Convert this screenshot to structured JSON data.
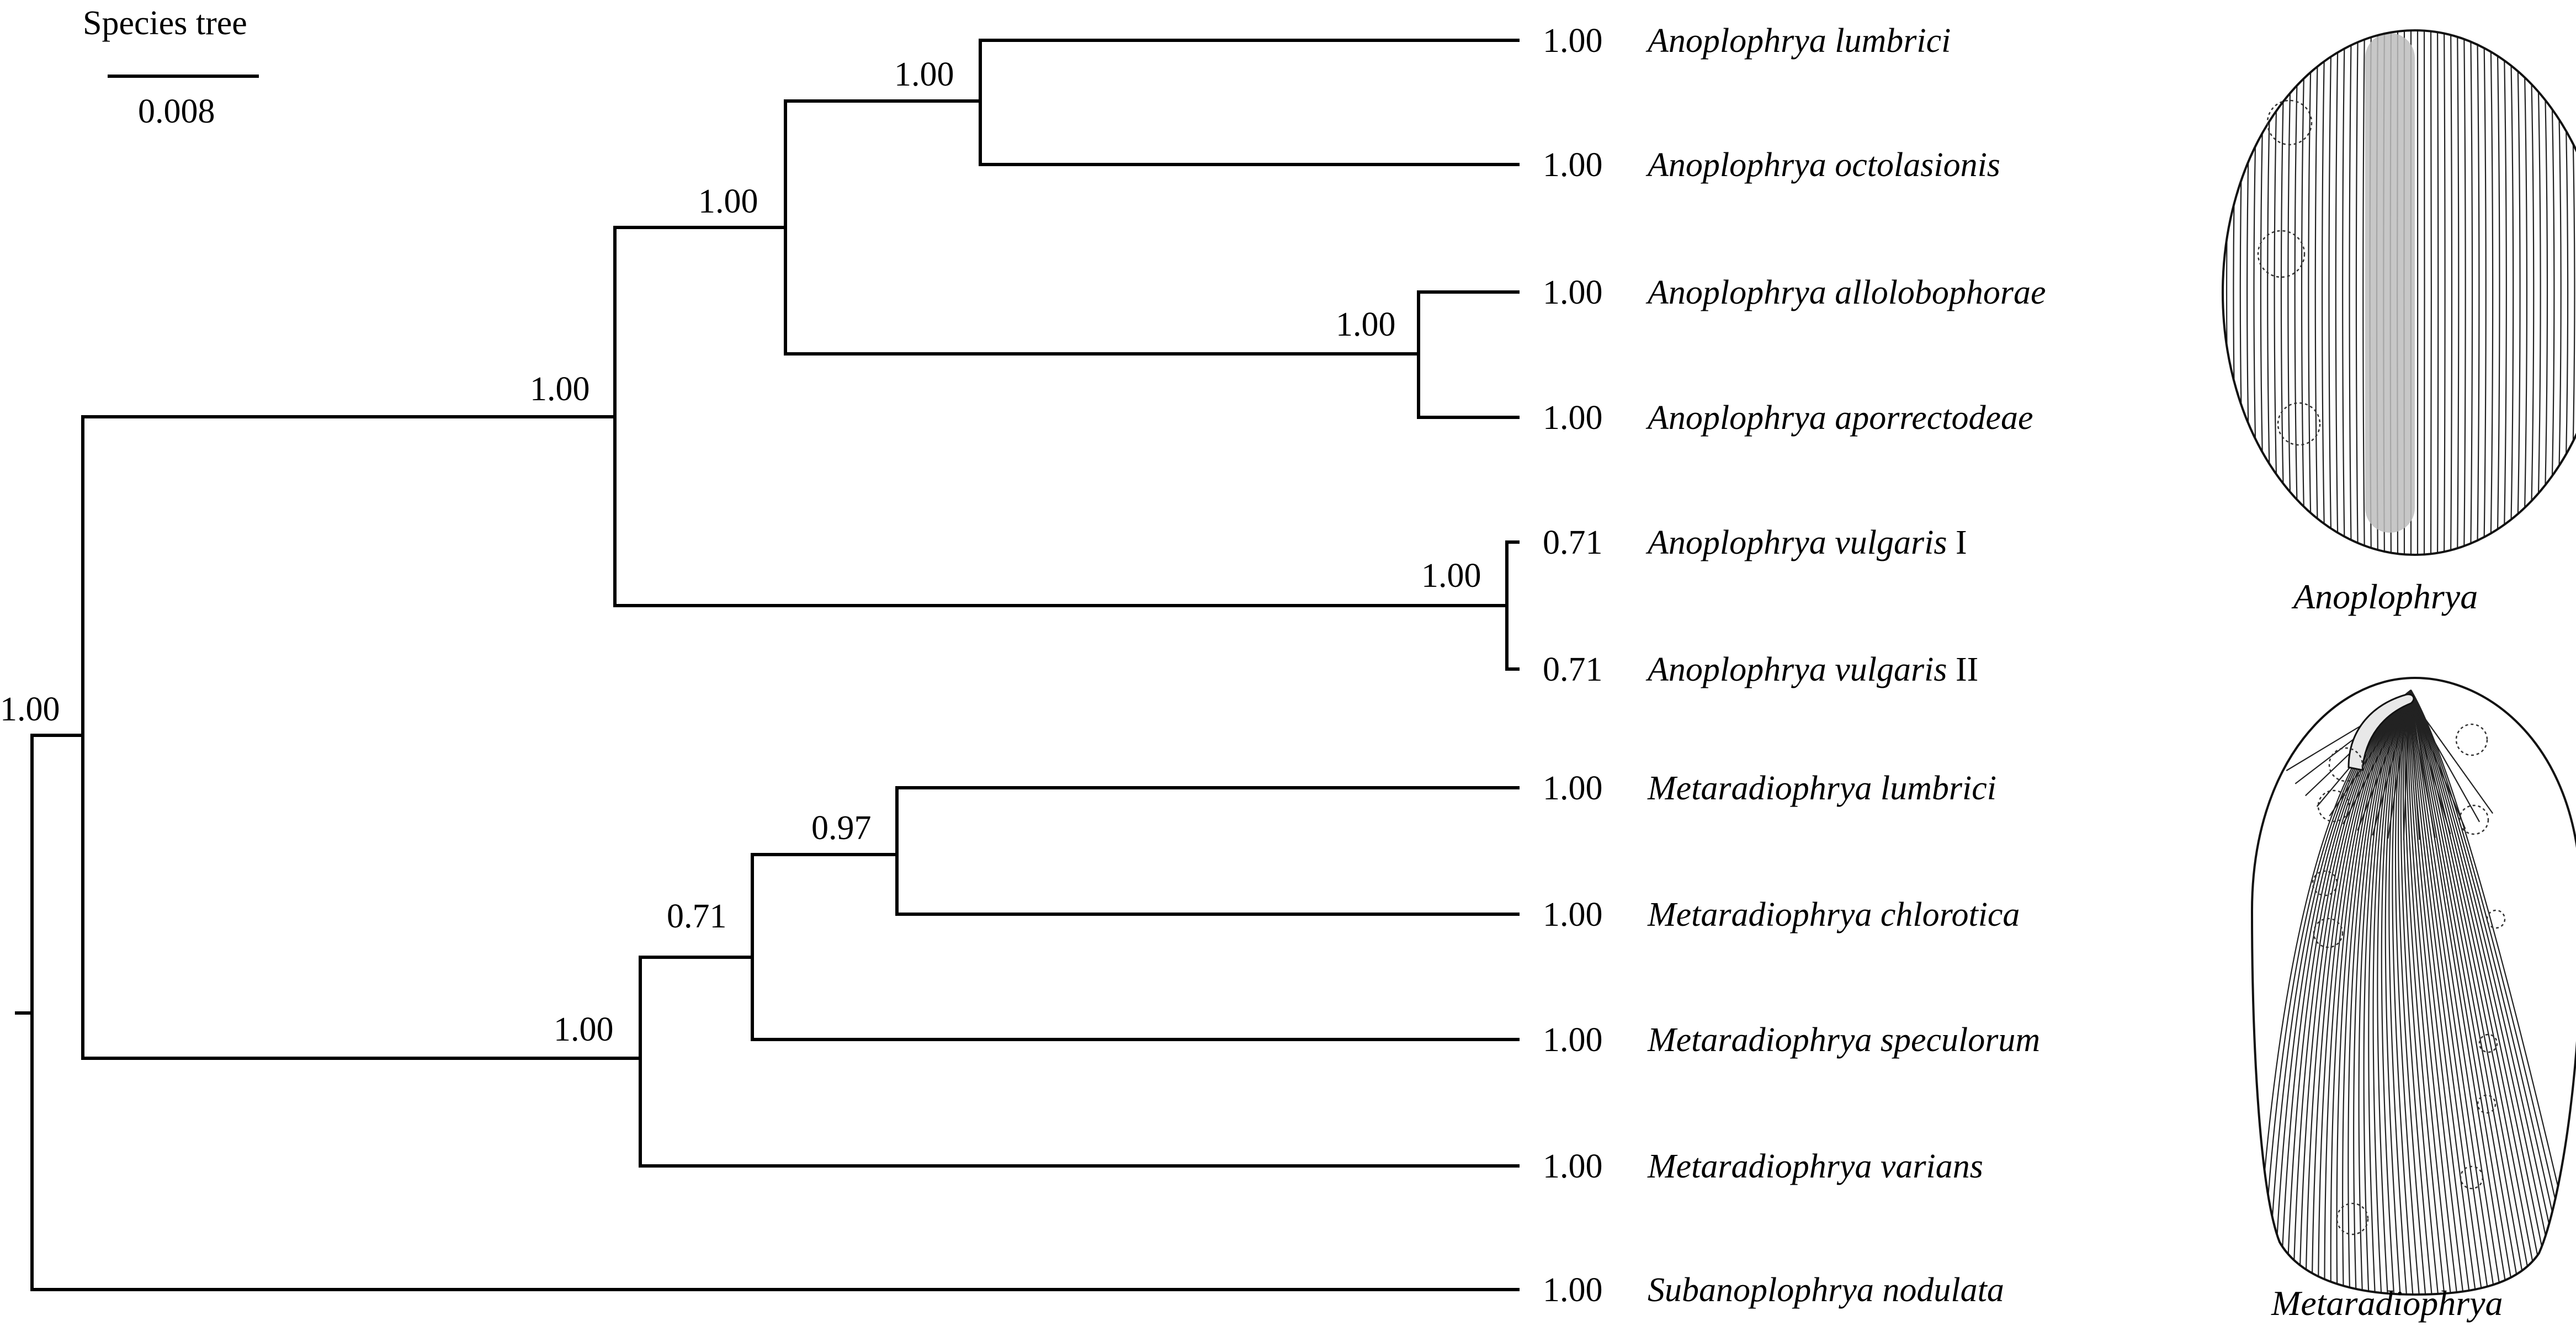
{
  "header": {
    "title": "Species tree",
    "scale_value": "0.008"
  },
  "taxa": [
    {
      "id": "a_lumbrici",
      "genus": "Anoplophrya",
      "epithet": "lumbrici",
      "suffix": "",
      "support": "1.00"
    },
    {
      "id": "a_octolasionis",
      "genus": "Anoplophrya",
      "epithet": "octolasionis",
      "suffix": "",
      "support": "1.00"
    },
    {
      "id": "a_allolobophorae",
      "genus": "Anoplophrya",
      "epithet": "allolobophorae",
      "suffix": "",
      "support": "1.00"
    },
    {
      "id": "a_aporrectodeae",
      "genus": "Anoplophrya",
      "epithet": "aporrectodeae",
      "suffix": "",
      "support": "1.00"
    },
    {
      "id": "a_vulgaris_1",
      "genus": "Anoplophrya",
      "epithet": "vulgaris",
      "suffix": "I",
      "support": "0.71"
    },
    {
      "id": "a_vulgaris_2",
      "genus": "Anoplophrya",
      "epithet": "vulgaris",
      "suffix": "II",
      "support": "0.71"
    },
    {
      "id": "m_lumbrici",
      "genus": "Metaradiophrya",
      "epithet": "lumbrici",
      "suffix": "",
      "support": "1.00"
    },
    {
      "id": "m_chlorotica",
      "genus": "Metaradiophrya",
      "epithet": "chlorotica",
      "suffix": "",
      "support": "1.00"
    },
    {
      "id": "m_speculorum",
      "genus": "Metaradiophrya",
      "epithet": "speculorum",
      "suffix": "",
      "support": "1.00"
    },
    {
      "id": "m_varians",
      "genus": "Metaradiophrya",
      "epithet": "varians",
      "suffix": "",
      "support": "1.00"
    },
    {
      "id": "s_nodulata",
      "genus": "Subanoplophrya",
      "epithet": "nodulata",
      "suffix": "",
      "support": "1.00"
    }
  ],
  "nodes": [
    {
      "id": "root",
      "support": "1.00"
    },
    {
      "id": "anoplophrya_clade",
      "support": "1.00"
    },
    {
      "id": "anoplophrya_core",
      "support": "1.00"
    },
    {
      "id": "lumbrici_octolasionis",
      "support": "1.00"
    },
    {
      "id": "allolobophorae_aporrectodeae",
      "support": "1.00"
    },
    {
      "id": "vulgaris_pair",
      "support": "1.00"
    },
    {
      "id": "metaradiophrya_clade",
      "support": "1.00"
    },
    {
      "id": "metaradiophrya_core",
      "support": "0.71"
    },
    {
      "id": "lumbrici_chlorotica",
      "support": "0.97"
    }
  ],
  "illustrations": {
    "anoplophrya_caption": "Anoplophrya",
    "metaradiophrya_caption": "Metaradiophrya"
  },
  "colors": {
    "line": "#000000",
    "macronucleus": "#bdbdbd"
  }
}
